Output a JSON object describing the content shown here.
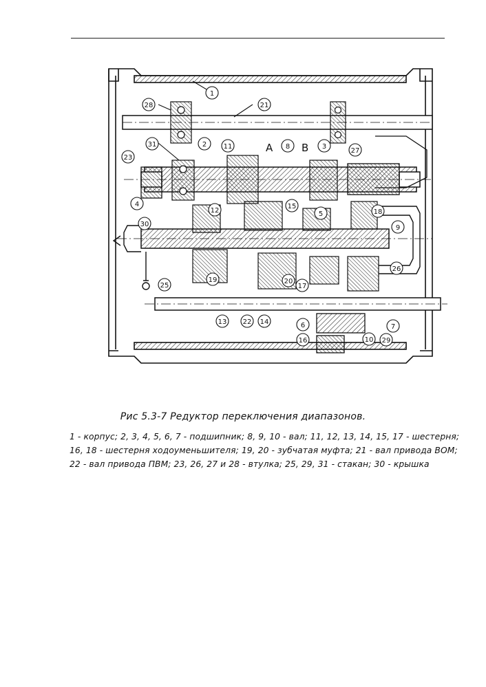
{
  "figure": {
    "callouts": [
      "1",
      "2",
      "3",
      "4",
      "5",
      "6",
      "7",
      "8",
      "9",
      "10",
      "11",
      "12",
      "13",
      "14",
      "15",
      "16",
      "17",
      "18",
      "19",
      "20",
      "21",
      "22",
      "23",
      "25",
      "26",
      "27",
      "28",
      "29",
      "30",
      "31"
    ],
    "letters": [
      "A",
      "B"
    ]
  },
  "caption": "Рис 5.3-7  Редуктор переключения диапазонов.",
  "legend": {
    "line1": "1 - корпус; 2, 3, 4, 5, 6, 7 - подшипник; 8, 9, 10 - вал; 11, 12, 13, 14, 15, 17 - шестерня;",
    "line2": "16, 18 - шестерня ходоуменьшителя; 19, 20 - зубчатая муфта; 21 - вал привода ВОМ;",
    "line3": "22 - вал привода ПВМ; 23, 26, 27 и 28 - втулка; 25, 29, 31 - стакан; 30 - крышка"
  }
}
